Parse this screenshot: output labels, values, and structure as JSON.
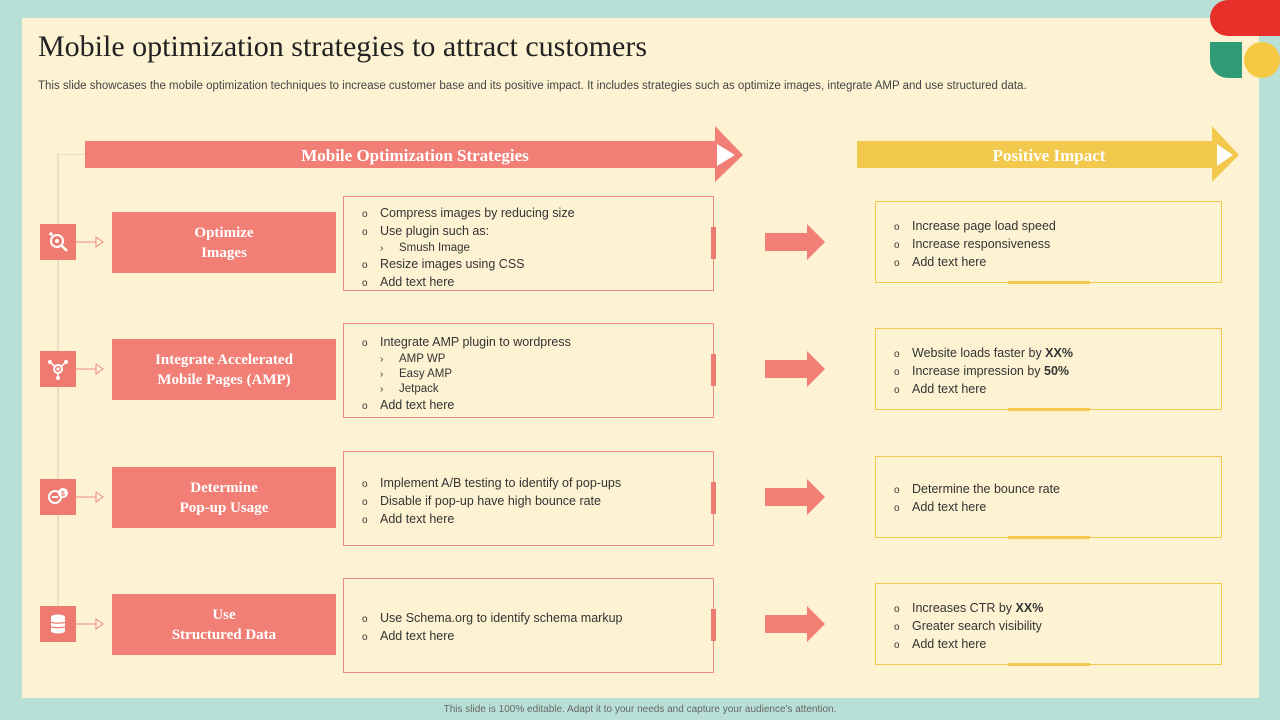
{
  "title": "Mobile optimization strategies to attract customers",
  "subtitle": "This slide showcases the mobile optimization techniques to increase customer base and its positive impact. It includes strategies such as optimize images, integrate AMP and use structured data.",
  "banners": {
    "left": "Mobile Optimization Strategies",
    "right": "Positive Impact"
  },
  "colors": {
    "accent_red": "#f27f76",
    "accent_yellow": "#f2c94c",
    "background": "#fdf3d3",
    "frame": "#b9e0d6"
  },
  "rows": [
    {
      "icon": "image-search-icon",
      "strategy": [
        "Optimize",
        "Images"
      ],
      "details": [
        {
          "text": "Compress images by reducing size"
        },
        {
          "text": "Use plugin such as:"
        },
        {
          "text": "Smush Image",
          "sub": true
        },
        {
          "text": "Resize images using CSS"
        },
        {
          "text": "Add text here"
        }
      ],
      "impacts": [
        {
          "pre": "Increase page load speed"
        },
        {
          "pre": "Increase responsiveness"
        },
        {
          "pre": "Add text here"
        }
      ]
    },
    {
      "icon": "network-gear-icon",
      "strategy": [
        "Integrate Accelerated",
        "Mobile Pages (AMP)"
      ],
      "details": [
        {
          "text": "Integrate AMP plugin to wordpress"
        },
        {
          "text": "AMP WP",
          "sub": true
        },
        {
          "text": "Easy AMP",
          "sub": true
        },
        {
          "text": "Jetpack",
          "sub": true
        },
        {
          "text": "Add text here"
        }
      ],
      "impacts": [
        {
          "pre": "Website loads faster by ",
          "bold": "XX%"
        },
        {
          "pre": "Increase impression by ",
          "bold": "50%"
        },
        {
          "pre": "Add text here"
        }
      ]
    },
    {
      "icon": "popup-dollar-icon",
      "strategy": [
        "Determine",
        "Pop-up Usage"
      ],
      "details": [
        {
          "text": "Implement A/B testing to identify of pop-ups"
        },
        {
          "text": "Disable if pop-up have high bounce rate"
        },
        {
          "text": "Add text here"
        }
      ],
      "impacts": [
        {
          "pre": "Determine the bounce rate"
        },
        {
          "pre": "Add text here"
        }
      ]
    },
    {
      "icon": "database-icon",
      "strategy": [
        "Use",
        "Structured Data"
      ],
      "details": [
        {
          "text": "Use Schema.org to identify schema markup"
        },
        {
          "text": "Add text here"
        }
      ],
      "impacts": [
        {
          "pre": "Increases CTR by ",
          "bold": "XX%"
        },
        {
          "pre": "Greater search visibility"
        },
        {
          "pre": "Add text here"
        }
      ]
    }
  ],
  "footer": "This slide is 100% editable. Adapt it to your needs and capture your audience's attention."
}
